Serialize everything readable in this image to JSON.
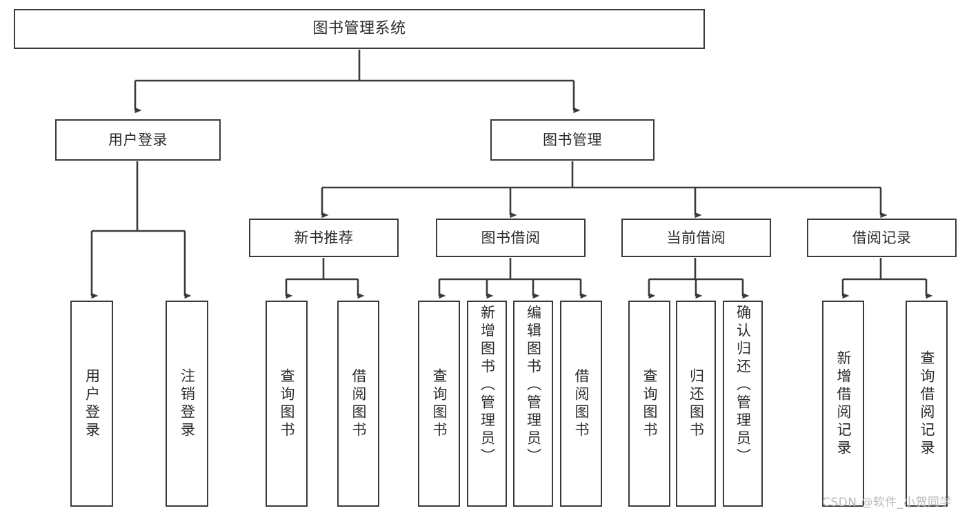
{
  "diagram": {
    "title_node": {
      "label": "图书管理系统"
    },
    "level2": [
      {
        "key": "user_login",
        "label": "用户登录"
      },
      {
        "key": "book_mgmt",
        "label": "图书管理"
      }
    ],
    "level3": [
      {
        "key": "new_book_rec",
        "label": "新书推荐"
      },
      {
        "key": "book_borrow",
        "label": "图书借阅"
      },
      {
        "key": "current_borrow",
        "label": "当前借阅"
      },
      {
        "key": "borrow_record",
        "label": "借阅记录"
      }
    ],
    "leaves": {
      "user_login": [
        {
          "label": "用户登录"
        },
        {
          "label": "注销登录"
        }
      ],
      "new_book_rec": [
        {
          "label": "查询图书"
        },
        {
          "label": "借阅图书"
        }
      ],
      "book_borrow": [
        {
          "label": "查询图书"
        },
        {
          "label": "新增图书（管理员）"
        },
        {
          "label": "编辑图书（管理员）"
        },
        {
          "label": "借阅图书"
        }
      ],
      "current_borrow": [
        {
          "label": "查询图书"
        },
        {
          "label": "归还图书"
        },
        {
          "label": "确认归还（管理员）"
        }
      ],
      "borrow_record": [
        {
          "label": "新增借阅记录"
        },
        {
          "label": "查询借阅记录"
        }
      ]
    }
  },
  "watermark": {
    "text": "CSDN @软件_小贺同学"
  },
  "colors": {
    "box_border": "#3a3a3a",
    "text": "#2b2b2b",
    "connector": "#3a3a3a",
    "background": "#ffffff",
    "watermark": "#b9b9b9"
  }
}
